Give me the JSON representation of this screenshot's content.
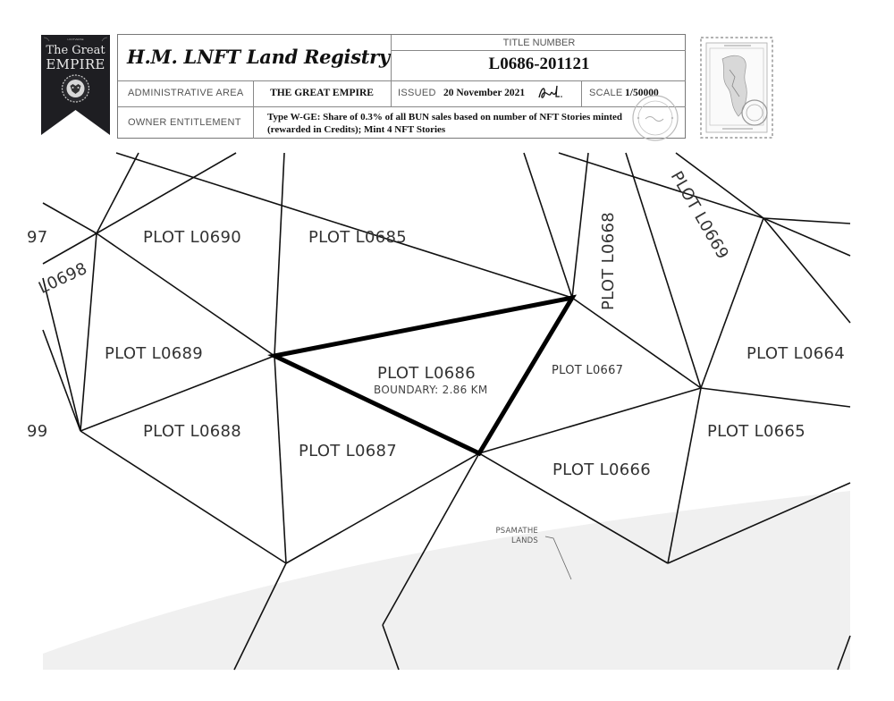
{
  "logo": {
    "line1": "The Great",
    "line2": "EMPIRE",
    "tagline": "LOOTVERSE",
    "icon": "lion-crest-icon"
  },
  "header": {
    "registry_title": "H.M. LNFT Land Registry",
    "title_number_label": "TITLE NUMBER",
    "title_number": "L0686-201121",
    "admin_area_label": "ADMINISTRATIVE AREA",
    "admin_area_value": "THE GREAT EMPIRE",
    "issued_label": "ISSUED",
    "issued_value": "20 November 2021",
    "signature_icon": "signature-icon",
    "scale_label": "SCALE",
    "scale_value": "1/50000",
    "owner_entitlement_label": "OWNER ENTITLEMENT",
    "owner_entitlement_line1": "Type W-GE: Share of 0.3% of all BUN sales based on number of NFT Stories minted",
    "owner_entitlement_line2": "(rewarded in Credits); Mint 4 NFT Stories"
  },
  "stamp": {
    "icon": "postage-stamp-icon",
    "seal_icon": "official-seal-icon"
  },
  "map": {
    "selected_plot": "PLOT L0686",
    "selected_boundary": "BOUNDARY: 2.86 KM",
    "region_label_line1": "PSAMATHE",
    "region_label_line2": "LANDS",
    "plots": [
      {
        "id": "L0697",
        "label": "97"
      },
      {
        "id": "L0698",
        "label": "L0698"
      },
      {
        "id": "L0699",
        "label": "99"
      },
      {
        "id": "L0690",
        "label": "PLOT L0690"
      },
      {
        "id": "L0685",
        "label": "PLOT L0685"
      },
      {
        "id": "L0689",
        "label": "PLOT L0689"
      },
      {
        "id": "L0688",
        "label": "PLOT L0688"
      },
      {
        "id": "L0687",
        "label": "PLOT L0687"
      },
      {
        "id": "L0668",
        "label": "PLOT L0668"
      },
      {
        "id": "L0669",
        "label": "PLOT L0669"
      },
      {
        "id": "L0667",
        "label": "PLOT L0667"
      },
      {
        "id": "L0664",
        "label": "PLOT L0664"
      },
      {
        "id": "L0665",
        "label": "PLOT L0665"
      },
      {
        "id": "L0666",
        "label": "PLOT L0666"
      }
    ]
  }
}
